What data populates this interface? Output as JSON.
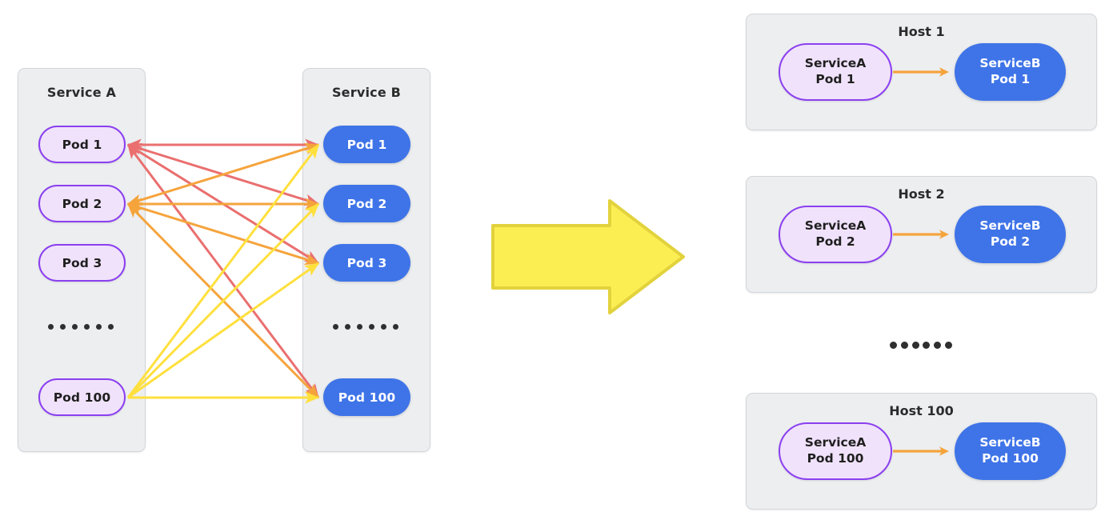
{
  "diagram": {
    "title_left": "Service A",
    "title_right": "Service B",
    "ellipsis": "• • • • • •"
  },
  "colors": {
    "pod_purple_fill": "#f0e2fb",
    "pod_purple_border": "#8b3ff0",
    "pod_blue_fill": "#3f74e8",
    "panel_fill": "#eceef0",
    "panel_border": "#d3d6d9",
    "link_red": "#ea6f6f",
    "link_orange": "#f5a43c",
    "link_yellow": "#ffe03d",
    "big_arrow_fill": "#fbee53",
    "big_arrow_border": "#e2d23c",
    "host_arrow": "#f5a43c",
    "text_dark": "#1f1f1f",
    "text_white": "#ffffff"
  },
  "service_a": {
    "label": "Service A",
    "pods": [
      {
        "label": "Pod 1"
      },
      {
        "label": "Pod 2"
      },
      {
        "label": "Pod 3"
      },
      {
        "label": "Pod 100"
      }
    ]
  },
  "service_b": {
    "label": "Service B",
    "pods": [
      {
        "label": "Pod 1"
      },
      {
        "label": "Pod 2"
      },
      {
        "label": "Pod 3"
      },
      {
        "label": "Pod 100"
      }
    ]
  },
  "mesh_links": [
    {
      "from": "Pod 1",
      "to": "Pod 1",
      "color": "#ea6f6f"
    },
    {
      "from": "Pod 1",
      "to": "Pod 2",
      "color": "#ea6f6f"
    },
    {
      "from": "Pod 1",
      "to": "Pod 3",
      "color": "#ea6f6f"
    },
    {
      "from": "Pod 1",
      "to": "Pod 100",
      "color": "#ea6f6f"
    },
    {
      "from": "Pod 2",
      "to": "Pod 1",
      "color": "#f5a43c"
    },
    {
      "from": "Pod 2",
      "to": "Pod 2",
      "color": "#f5a43c"
    },
    {
      "from": "Pod 2",
      "to": "Pod 3",
      "color": "#f5a43c"
    },
    {
      "from": "Pod 2",
      "to": "Pod 100",
      "color": "#f5a43c"
    },
    {
      "from": "Pod 100",
      "to": "Pod 1",
      "color": "#ffe03d"
    },
    {
      "from": "Pod 100",
      "to": "Pod 2",
      "color": "#ffe03d"
    },
    {
      "from": "Pod 100",
      "to": "Pod 3",
      "color": "#ffe03d"
    },
    {
      "from": "Pod 100",
      "to": "Pod 100",
      "color": "#ffe03d"
    }
  ],
  "transform_arrow": {
    "direction": "right",
    "fill": "#fbee53"
  },
  "hosts": [
    {
      "title": "Host 1",
      "source_line1": "ServiceA",
      "source_line2": "Pod 1",
      "target_line1": "ServiceB",
      "target_line2": "Pod 1"
    },
    {
      "title": "Host 2",
      "source_line1": "ServiceA",
      "source_line2": "Pod 2",
      "target_line1": "ServiceB",
      "target_line2": "Pod 2"
    },
    {
      "title": "Host 100",
      "source_line1": "ServiceA",
      "source_line2": "Pod 100",
      "target_line1": "ServiceB",
      "target_line2": "Pod 100"
    }
  ]
}
